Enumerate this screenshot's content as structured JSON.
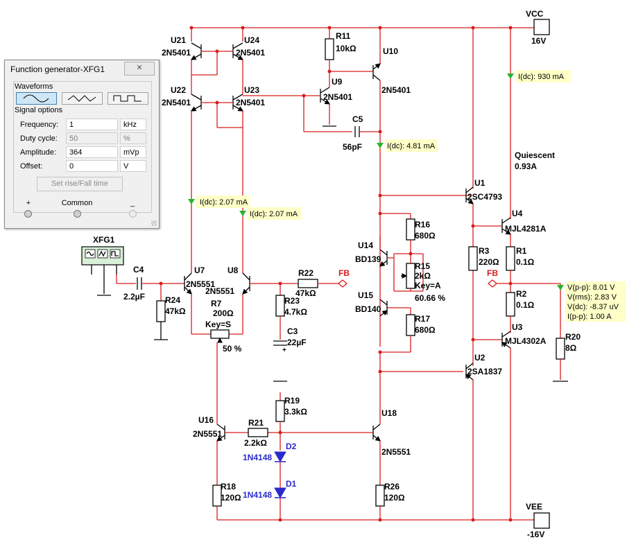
{
  "dialog": {
    "title": "Function generator-XFG1",
    "waveforms_label": "Waveforms",
    "signal_options_label": "Signal options",
    "fields": [
      {
        "label": "Frequency:",
        "value": "1",
        "unit": "kHz",
        "enabled": true
      },
      {
        "label": "Duty cycle:",
        "value": "50",
        "unit": "%",
        "enabled": false
      },
      {
        "label": "Amplitude:",
        "value": "364",
        "unit": "mVp",
        "enabled": true
      },
      {
        "label": "Offset:",
        "value": "0",
        "unit": "V",
        "enabled": true
      }
    ],
    "set_rise_fall_label": "Set rise/Fall time",
    "terminal_plus": "+",
    "terminal_common": "Common",
    "terminal_minus": "_"
  },
  "schematic": {
    "supply": {
      "vcc_label": "VCC",
      "vcc_value": "16V",
      "vee_label": "VEE",
      "vee_value": "-16V"
    },
    "instrument": {
      "xfg1": "XFG1"
    },
    "components": {
      "U21": "U21",
      "U21_part": "2N5401",
      "U24": "U24",
      "U24_part": "2N5401",
      "U22": "U22",
      "U22_part": "2N5401",
      "U23": "U23",
      "U23_part": "2N5401",
      "R11": "R11",
      "R11_val": "10kΩ",
      "U9": "U9",
      "U9_part": "2N5401",
      "U10": "U10",
      "U10_part": "2N5401",
      "C5": "C5",
      "C5_val": "56pF",
      "U1": "U1",
      "U1_part": "2SC4793",
      "U4": "U4",
      "U4_part": "MJL4281A",
      "R1": "R1",
      "R1_val": "0.1Ω",
      "R2": "R2",
      "R2_val": "0.1Ω",
      "U3": "U3",
      "U3_part": "MJL4302A",
      "U2": "U2",
      "U2_part": "2SA1837",
      "R3": "R3",
      "R3_val": "220Ω",
      "R20": "R20",
      "R20_val": "8Ω",
      "R16": "R16",
      "R16_val": "680Ω",
      "R15": "R15",
      "R15_val": "2kΩ",
      "R15_key": "Key=A",
      "R15_pct": "60.66 %",
      "R17": "R17",
      "R17_val": "680Ω",
      "U14": "U14",
      "U14_part": "BD139",
      "U15": "U15",
      "U15_part": "BD140",
      "C4": "C4",
      "C4_val": "2.2µF",
      "R24": "R24",
      "R24_val": "47kΩ",
      "U7": "U7",
      "U7_part": "2N5551",
      "U8": "U8",
      "U8_part": "2N5551",
      "R7": "R7",
      "R7_val": "200Ω",
      "R7_key": "Key=S",
      "R7_pct": "50 %",
      "R22": "R22",
      "R22_val": "47kΩ",
      "R23": "R23",
      "R23_val": "4.7kΩ",
      "C3": "C3",
      "C3_val": "22µF",
      "R19": "R19",
      "R19_val": "3.3kΩ",
      "U16": "U16",
      "U16_part": "2N5551",
      "R21": "R21",
      "R21_val": "2.2kΩ",
      "D2": "D2",
      "D2_part": "1N4148",
      "D1": "D1",
      "D1_part": "1N4148",
      "R18": "R18",
      "R18_val": "120Ω",
      "U18": "U18",
      "U18_part": "2N5551",
      "R26": "R26",
      "R26_val": "120Ω"
    },
    "fb_label": "FB",
    "quiescent_label": "Quiescent",
    "quiescent_value": "0.93A",
    "probes": {
      "p1": "I(dc): 930 mA",
      "p2": "I(dc): 4.81 mA",
      "p3": "I(dc): 2.07 mA",
      "p4": "I(dc): 2.07 mA",
      "out": [
        "V(p-p): 8.01 V",
        "V(rms): 2.83 V",
        "V(dc): -8.37 uV",
        "I(p-p): 1.00 A"
      ]
    },
    "colors": {
      "wire": "#d81c1c",
      "diode": "#2a2acc",
      "probe_bg": "#ffffc8",
      "probe_arrow": "#28b428"
    }
  }
}
